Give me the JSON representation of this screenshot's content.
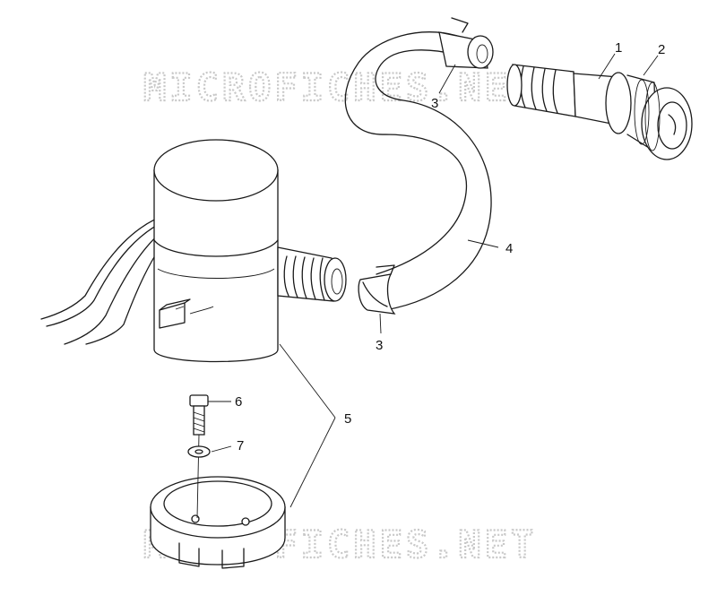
{
  "watermark_text": "MICROFICHES.NET",
  "callouts": {
    "c1": "1",
    "c2": "2",
    "c3a": "3",
    "c3b": "3",
    "c4": "4",
    "c5": "5",
    "c6": "6",
    "c7": "7"
  },
  "colors": {
    "line": "#1a1a1a",
    "watermark": "#c8c8c8",
    "background": "#ffffff"
  }
}
